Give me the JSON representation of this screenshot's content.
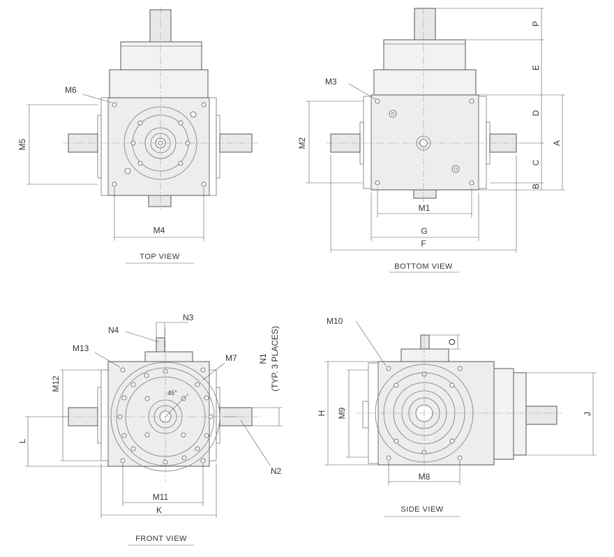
{
  "views": {
    "top": "TOP VIEW",
    "bottom": "BOTTOM VIEW",
    "front": "FRONT VIEW",
    "side": "SIDE VIEW"
  },
  "dimensions": {
    "top": {
      "m4": "M4",
      "m5": "M5",
      "m6": "M6"
    },
    "bottom": {
      "p": "P",
      "e": "E",
      "d": "D",
      "a": "A",
      "c": "C",
      "b": "B",
      "m1": "M1",
      "g": "G",
      "f": "F",
      "m2": "M2",
      "m3": "M3"
    },
    "front": {
      "n3": "N3",
      "n4": "N4",
      "m13": "M13",
      "m7": "M7",
      "m12": "M12",
      "n1": "N1",
      "n1_note": "(TYP. 3 PLACES)",
      "angle": "45°",
      "l": "L",
      "n2": "N2",
      "m11": "M11",
      "k": "K"
    },
    "side": {
      "m10": "M10",
      "o": "O",
      "h": "H",
      "m9": "M9",
      "j": "J",
      "m8": "M8"
    }
  }
}
